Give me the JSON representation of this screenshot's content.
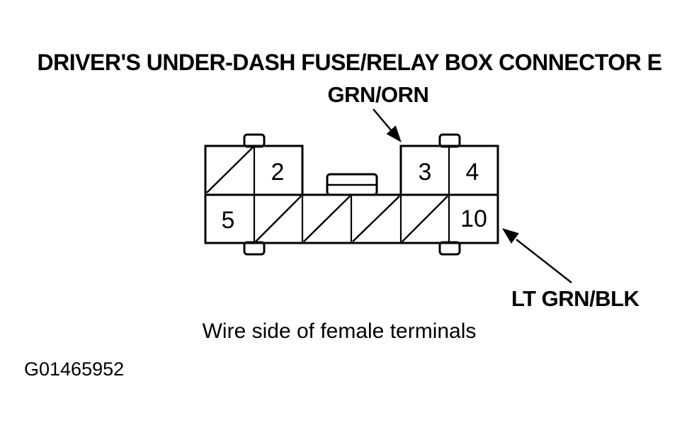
{
  "page": {
    "title": "DRIVER'S UNDER-DASH FUSE/RELAY BOX CONNECTOR E",
    "caption": "Wire side of female terminals",
    "figure_id": "G01465952"
  },
  "wire_labels": {
    "top": "GRN/ORN",
    "bottom": "LT GRN/BLK"
  },
  "connector": {
    "pins": {
      "p2": "2",
      "p3": "3",
      "p4": "4",
      "p5": "5",
      "p10": "10"
    },
    "top_row_left_cells": [
      "crossed",
      "2"
    ],
    "top_row_right_cells": [
      "3",
      "4"
    ],
    "bottom_row_cells": [
      "5",
      "crossed",
      "crossed",
      "crossed",
      "crossed",
      "10"
    ],
    "annotations": [
      {
        "label": "GRN/ORN",
        "points_to": "top of pin 3 block"
      },
      {
        "label": "LT GRN/BLK",
        "points_to": "right edge of pin 10 cell"
      }
    ]
  },
  "colors": {
    "ink": "#000000",
    "paper": "#ffffff"
  }
}
